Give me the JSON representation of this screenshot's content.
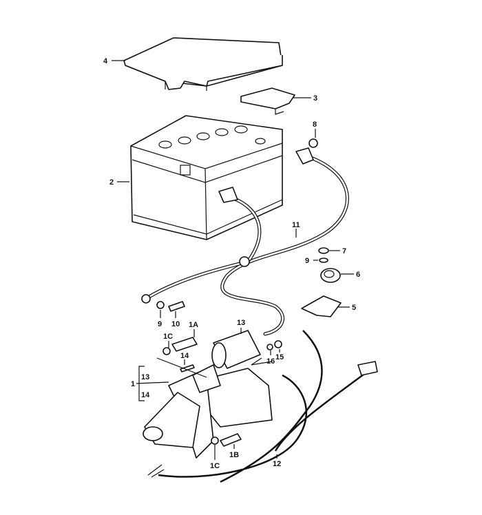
{
  "title": "Battery and starter exploded parts diagram",
  "callouts": {
    "cover": "4",
    "bracket": "3",
    "nut_top": "8",
    "battery": "2",
    "ground_cable": "11",
    "nut_right": "7",
    "washer_right": "9",
    "clamp_ring": "6",
    "holder": "5",
    "washer_left": "9",
    "bolt_left": "10",
    "bolt_1a": "1A",
    "solenoid": "13",
    "washer_1c_top": "1C",
    "screw_14": "14",
    "washer_16": "16",
    "nut_15": "15",
    "starter": "1",
    "starter_sub_13": "13",
    "starter_sub_14": "14",
    "washer_1c_bottom": "1C",
    "bolt_1b": "1B",
    "harness": "12"
  }
}
